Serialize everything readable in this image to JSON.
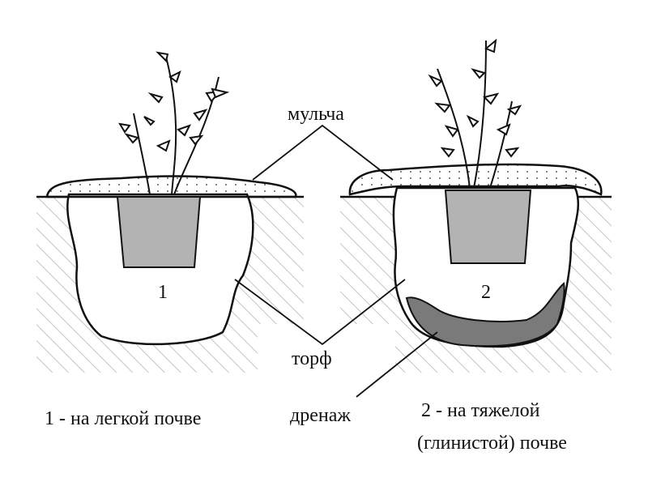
{
  "labels": {
    "mulch": "мульча",
    "peat": "торф",
    "drainage": "дренаж",
    "num1": "1",
    "num2": "2",
    "caption1": "1 - на легкой почве",
    "caption2_line1": "2 - на тяжелой",
    "caption2_line2": "(глинистой) почве"
  },
  "colors": {
    "pot": "#b3b3b3",
    "drainage": "#7a7a7a",
    "hatch": "#bdbdbd",
    "line": "#111111"
  }
}
